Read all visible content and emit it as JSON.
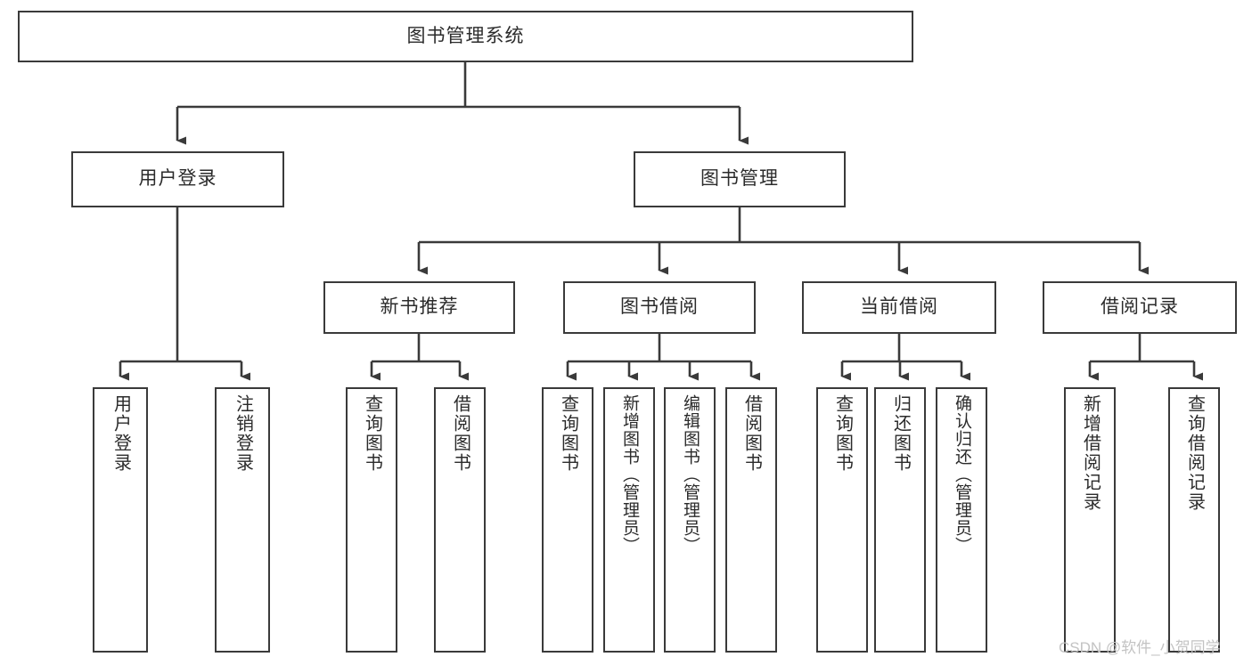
{
  "diagram": {
    "type": "tree",
    "title": "图书管理系统",
    "colors": {
      "background": "#ffffff",
      "box_border": "#3a3a3a",
      "box_fill": "#ffffff",
      "text": "#2b2b2b",
      "edge": "#3a3a3a",
      "watermark": "#c3c3c3"
    },
    "levels": [
      {
        "level": 1,
        "nodes": [
          "图书管理系统"
        ]
      },
      {
        "level": 2,
        "nodes": [
          "用户登录",
          "图书管理"
        ]
      },
      {
        "level": 3,
        "nodes": [
          "新书推荐",
          "图书借阅",
          "当前借阅",
          "借阅记录"
        ]
      },
      {
        "level": 4,
        "nodes": [
          "用户登录",
          "注销登录",
          "查询图书",
          "借阅图书",
          "查询图书",
          "新增图书（管理员）",
          "编辑图书（管理员）",
          "借阅图书",
          "查询图书",
          "归还图书",
          "确认归还（管理员）",
          "新增借阅记录",
          "查询借阅记录"
        ]
      }
    ],
    "root": {
      "id": "root",
      "label": "图书管理系统"
    },
    "branches": [
      {
        "id": "user-login",
        "label": "用户登录",
        "children": [
          {
            "id": "user-login-do",
            "label": "用户登录"
          },
          {
            "id": "user-logout",
            "label": "注销登录"
          }
        ]
      },
      {
        "id": "book-manage",
        "label": "图书管理",
        "groups": [
          {
            "id": "new-book-rec",
            "label": "新书推荐",
            "children": [
              {
                "id": "nbr-query",
                "label": "查询图书"
              },
              {
                "id": "nbr-borrow",
                "label": "借阅图书"
              }
            ]
          },
          {
            "id": "book-borrow",
            "label": "图书借阅",
            "children": [
              {
                "id": "bb-query",
                "label": "查询图书"
              },
              {
                "id": "bb-add",
                "label": "新增图书（管理员）"
              },
              {
                "id": "bb-edit",
                "label": "编辑图书（管理员）"
              },
              {
                "id": "bb-borrow",
                "label": "借阅图书"
              }
            ]
          },
          {
            "id": "current-borrow",
            "label": "当前借阅",
            "children": [
              {
                "id": "cb-query",
                "label": "查询图书"
              },
              {
                "id": "cb-return",
                "label": "归还图书"
              },
              {
                "id": "cb-confirm",
                "label": "确认归还（管理员）"
              }
            ]
          },
          {
            "id": "borrow-record",
            "label": "借阅记录",
            "children": [
              {
                "id": "br-add",
                "label": "新增借阅记录"
              },
              {
                "id": "br-query",
                "label": "查询借阅记录"
              }
            ]
          }
        ]
      }
    ],
    "watermark": "CSDN @软件_小贺同学"
  }
}
